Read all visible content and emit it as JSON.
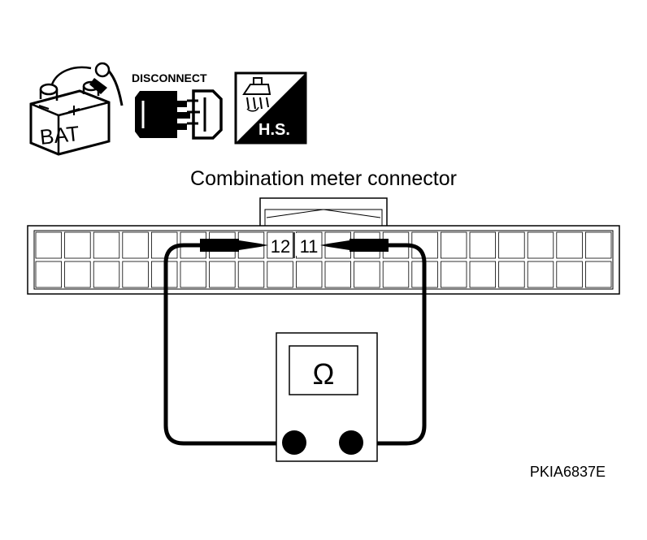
{
  "icons": {
    "battery": {
      "name": "battery-icon",
      "label": "BAT"
    },
    "disconnect": {
      "name": "disconnect-icon",
      "label": "DISCONNECT"
    },
    "harness_sensor": {
      "name": "harness-sensor-icon",
      "label": "H.S."
    }
  },
  "diagram": {
    "title": "Combination meter connector",
    "terminal_left": "12",
    "terminal_right": "11",
    "meter_symbol": "Ω",
    "code": "PKIA6837E"
  },
  "connector": {
    "rows": 2,
    "columns": 20
  },
  "colors": {
    "ink": "#000000",
    "paper": "#ffffff"
  }
}
